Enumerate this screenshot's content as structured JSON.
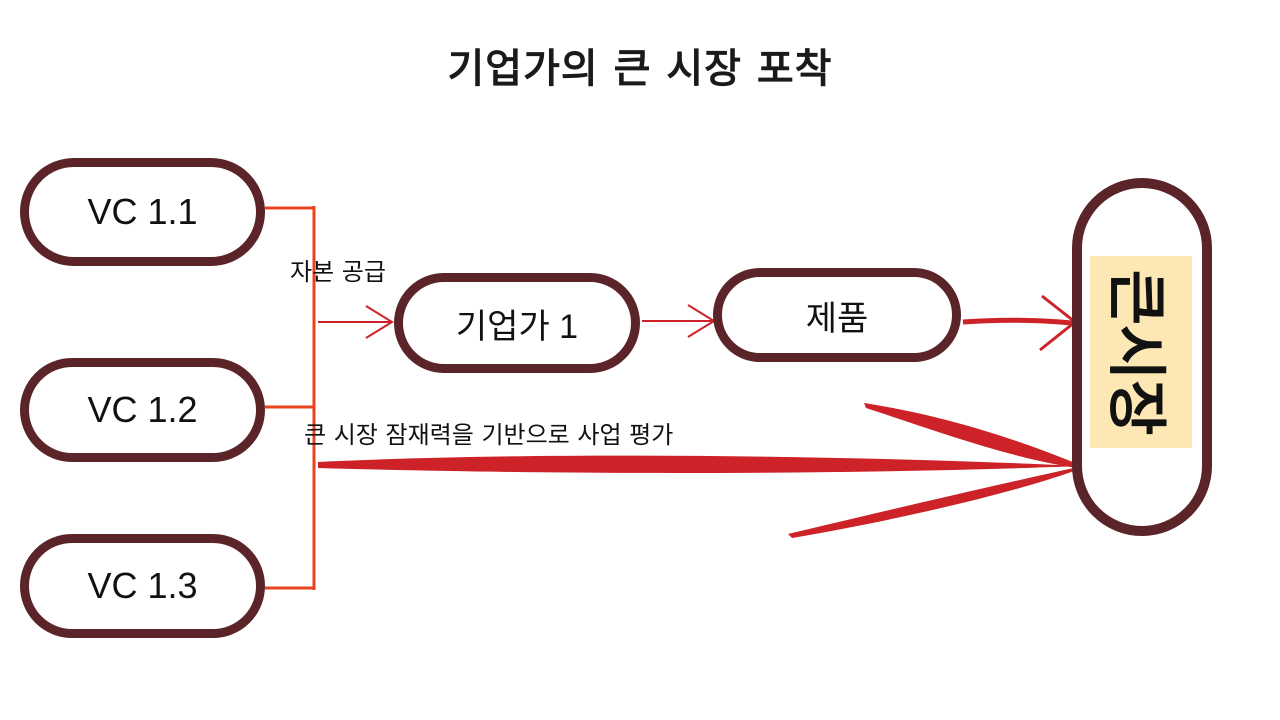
{
  "title": "기업가의 큰 시장 포착",
  "nodes": {
    "vc1": "VC 1.1",
    "vc2": "VC 1.2",
    "vc3": "VC 1.3",
    "entrepreneur": "기업가 1",
    "product": "제품",
    "market": "큰시장"
  },
  "labels": {
    "capital": "자본 공급",
    "evaluation": "큰 시장 잠재력을 기반으로 사업 평가"
  },
  "colors": {
    "node_border": "#5a2428",
    "bracket": "#e8441c",
    "arrow": "#cc2228",
    "market_fill": "#fde7b4"
  }
}
